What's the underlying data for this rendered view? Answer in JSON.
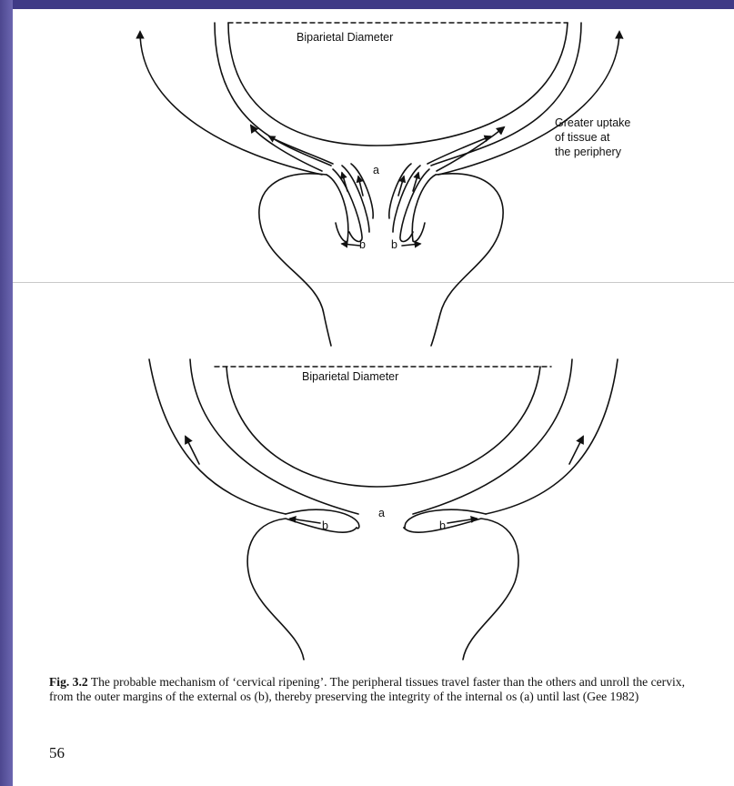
{
  "figure_top": {
    "diameter_label": "Biparietal Diameter",
    "periphery_note": [
      "Greater uptake",
      "of tissue at",
      "the periphery"
    ],
    "internal_os_label": "a",
    "external_os_left_label": "b",
    "external_os_right_label": "b"
  },
  "figure_bottom": {
    "diameter_label": "Biparietal Diameter",
    "internal_os_label": "a",
    "external_os_left_label": "b",
    "external_os_right_label": "b"
  },
  "caption": {
    "figure_number": "Fig. 3.2",
    "text": "The probable mechanism of ‘cervical ripening’. The peripheral tissues travel faster than the others and unroll the cervix, from the outer margins of the external os (b), thereby preserving the integrity of the internal os (a) until last (Gee 1982)"
  },
  "page_number": "56",
  "colors": {
    "background": "#5f5aa2",
    "page": "#ffffff",
    "ink": "#111111"
  }
}
